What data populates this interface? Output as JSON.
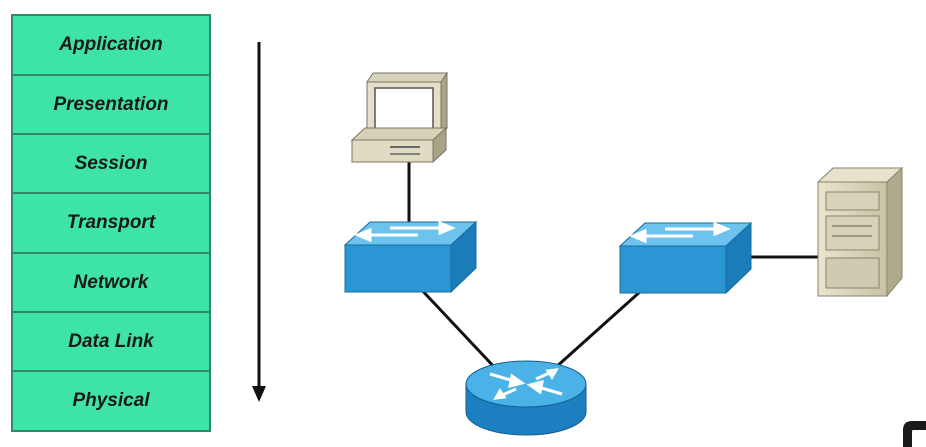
{
  "osi_layers": [
    "Application",
    "Presentation",
    "Session",
    "Transport",
    "Network",
    "Data Link",
    "Physical"
  ],
  "colors": {
    "layer_fill": "#3ee3a6",
    "layer_border": "#2f8a64",
    "switch_top": "#55b8e8",
    "switch_side": "#1f86c4",
    "router_top": "#4ab2e6",
    "router_side": "#1978b8",
    "link": "#111111"
  },
  "icons": [
    "computer-icon",
    "switch-icon",
    "router-icon",
    "server-icon",
    "down-arrow-icon"
  ]
}
